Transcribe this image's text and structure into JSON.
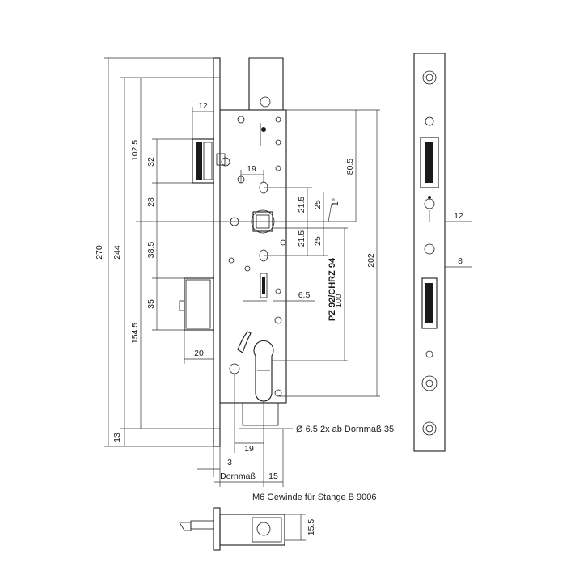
{
  "dimensions": {
    "d270": "270",
    "d244": "244",
    "d12_top": "12",
    "d102_5": "102.5",
    "d32": "32",
    "d28": "28",
    "d19_top": "19",
    "d80_5": "80.5",
    "d21_5_a": "21.5",
    "d25_a": "25",
    "d1deg": "1°",
    "d21_5_b": "21.5",
    "d25_b": "25",
    "d38_5": "38.5",
    "d35": "35",
    "d202": "202",
    "d100": "100",
    "d6_5": "6.5",
    "d154_5": "154.5",
    "d20": "20",
    "d13": "13",
    "d19_bottom": "19",
    "d3": "3",
    "dornmass": "Dornmaß",
    "d15": "15",
    "d12_side": "12",
    "d8_side": "8",
    "d15_5": "15.5"
  },
  "labels": {
    "cylinder_spec": "PZ 92/CHRZ 94",
    "hole_note": "Ø 6.5 2x ab Dornmaß 35",
    "thread_note": "M6 Gewinde für Stange B 9006"
  }
}
